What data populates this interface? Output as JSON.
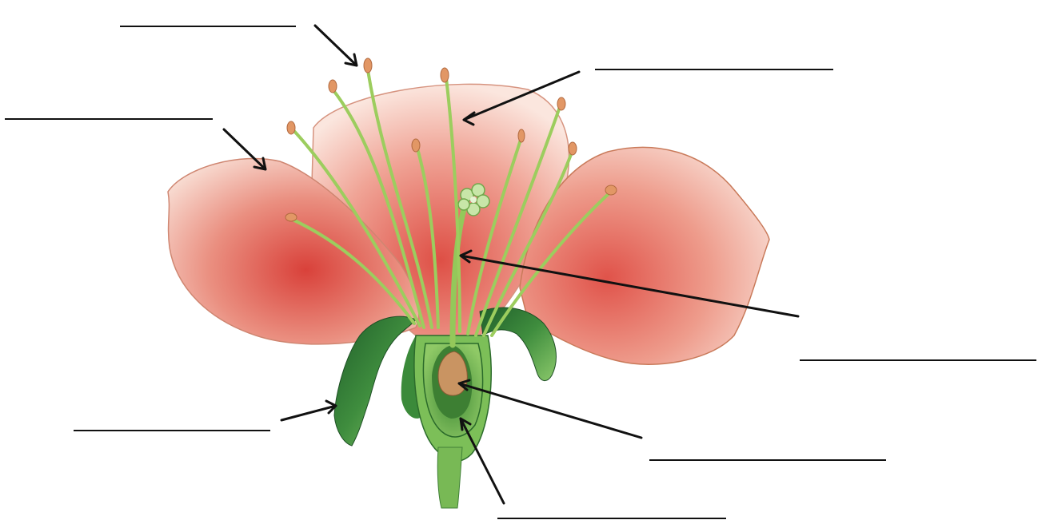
{
  "diagram": {
    "type": "flower-cross-section",
    "label_blanks": [
      {
        "id": "top-left",
        "text": ""
      },
      {
        "id": "left",
        "text": ""
      },
      {
        "id": "top-right",
        "text": ""
      },
      {
        "id": "right",
        "text": ""
      },
      {
        "id": "bottom-left",
        "text": ""
      },
      {
        "id": "bottom-right",
        "text": ""
      },
      {
        "id": "bottom",
        "text": ""
      }
    ],
    "colors": {
      "petal": "#e8867a",
      "petal_light": "#f6d2c8",
      "petal_edge": "#c96a55",
      "stem": "#9bcf5c",
      "sepal": "#2f7a36",
      "ovary": "#4f9a3c",
      "ovule": "#c89060",
      "anther": "#d98a5a",
      "arrow": "#111111"
    }
  }
}
